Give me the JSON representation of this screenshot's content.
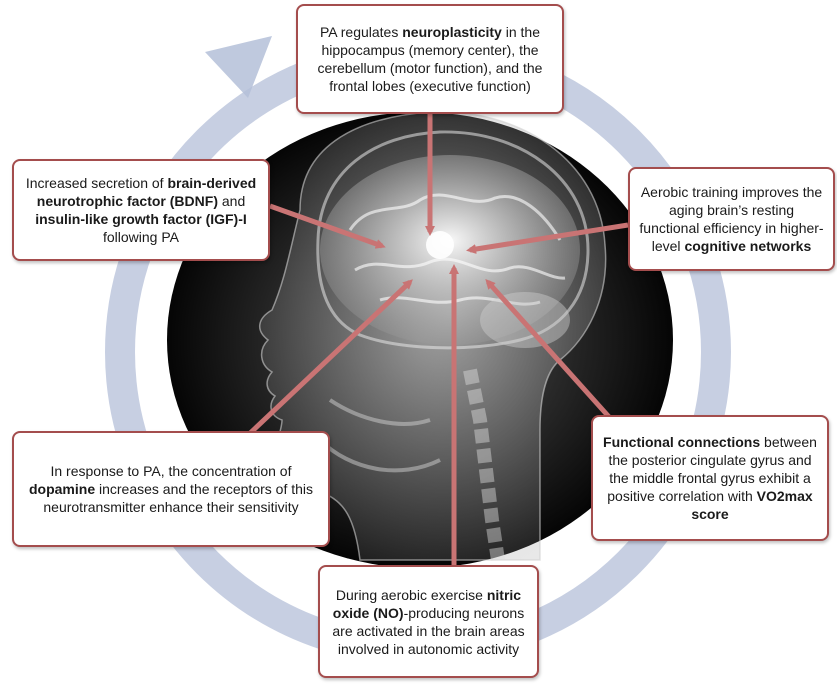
{
  "colors": {
    "cycle_arrow": "#b4bfd8",
    "box_border": "#a44d4d",
    "connector": "#c97474",
    "background": "#ffffff"
  },
  "image": {
    "subject": "head-and-brain-xray"
  },
  "boxes": {
    "top": [
      {
        "t": "PA regulates "
      },
      {
        "t": "neuroplasticity",
        "b": true
      },
      {
        "t": " in the hippocampus (memory center), the cerebellum (motor function), and the frontal lobes (executive function)"
      }
    ],
    "left": [
      {
        "t": "Increased secretion of "
      },
      {
        "t": "brain-derived neurotrophic factor (BDNF)",
        "b": true
      },
      {
        "t": " and "
      },
      {
        "t": "insulin-like growth factor (IGF)-I",
        "b": true
      },
      {
        "t": " following PA"
      }
    ],
    "right": [
      {
        "t": "Aerobic training improves the aging brain’s resting functional efficiency in higher-level "
      },
      {
        "t": "cognitive networks",
        "b": true
      }
    ],
    "lower_left": [
      {
        "t": "In response to PA, the concentration of "
      },
      {
        "t": "dopamine",
        "b": true
      },
      {
        "t": " increases and the receptors of this neurotransmitter enhance their sensitivity"
      }
    ],
    "lower_right": [
      {
        "t": "Functional connections",
        "b": true
      },
      {
        "t": " between the posterior cingulate gyrus and the middle frontal gyrus exhibit a positive correlation with "
      },
      {
        "t": "VO2max score",
        "b": true
      }
    ],
    "bottom": [
      {
        "t": "During aerobic exercise "
      },
      {
        "t": "nitric oxide (NO)",
        "b": true
      },
      {
        "t": "-producing neurons are activated in the brain areas involved in autonomic activity"
      }
    ]
  }
}
